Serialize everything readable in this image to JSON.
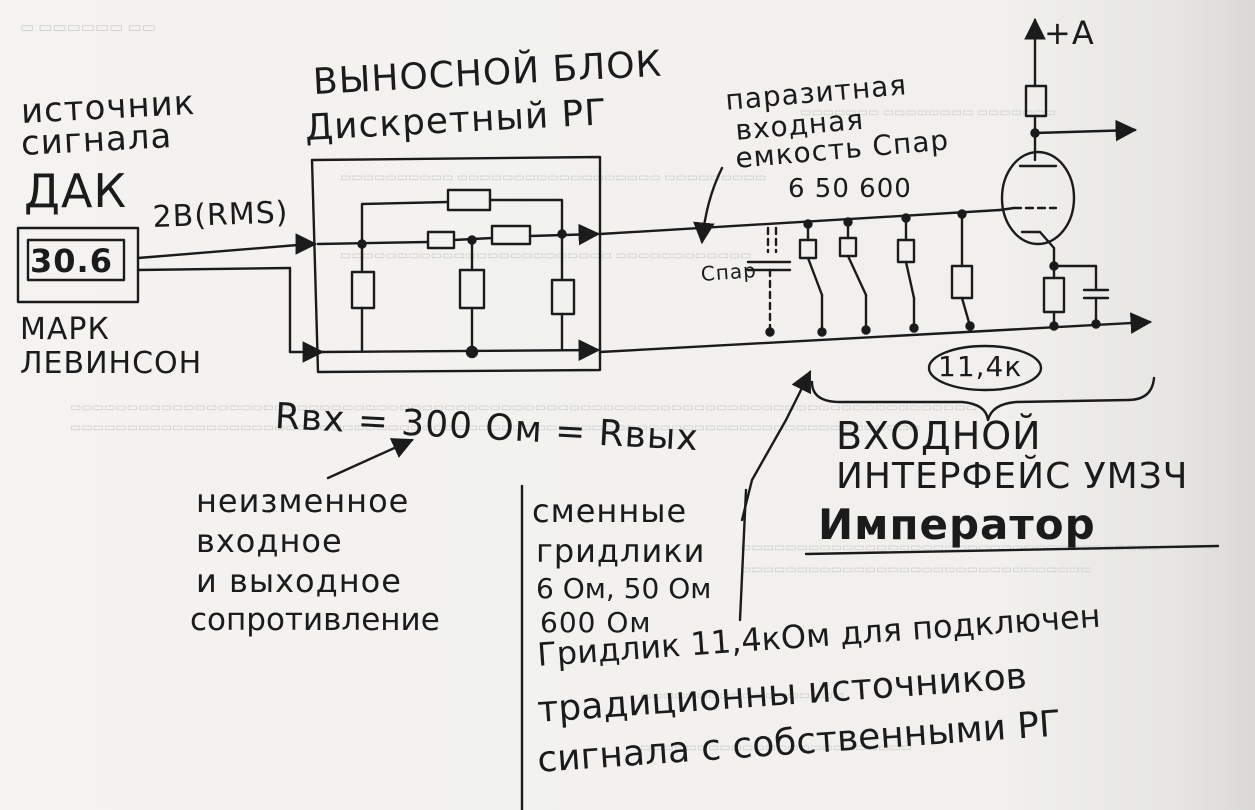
{
  "source": {
    "label_line1": "источник",
    "label_line2": "сигнала",
    "name": "ДАК",
    "display": "30.6",
    "maker_line1": "МАРК",
    "maker_line2": "ЛЕВИНСОН",
    "voltage": "2В(RMS)"
  },
  "remote_block": {
    "title_line1": "ВЫНОСНОЙ БЛОК",
    "title_line2": "Дискретный РГ"
  },
  "parasitic": {
    "line1": "паразитная",
    "line2": "входная",
    "line3": "емкость Спар",
    "values": "6 50 600",
    "cap_label": "Спар"
  },
  "amp": {
    "supply": "+А",
    "input_resistance": "11,4к",
    "title_line1": "ВХОДНОЙ",
    "title_line2": "ИНТЕРФЕЙС УМЗЧ",
    "title_line3": "Император"
  },
  "impedance": {
    "formula": "Rвх = 300 Ом = Rвых"
  },
  "notes": {
    "left_line1": "неизменное",
    "left_line2": "входное",
    "left_line3": "и выходное",
    "left_line4": "сопротивление",
    "mid_line1": "сменные",
    "mid_line2": "гридлики",
    "mid_line3": "6 Ом, 50 Ом",
    "mid_line4": "600 Ом",
    "bottom_line1": "Гридлик 11,4кОм для подключен",
    "bottom_line2": "традиционны источников",
    "bottom_line3": "сигнала с собственными РГ"
  },
  "colors": {
    "ink": "#1b1b1b",
    "paper": "#f2f1ef"
  }
}
